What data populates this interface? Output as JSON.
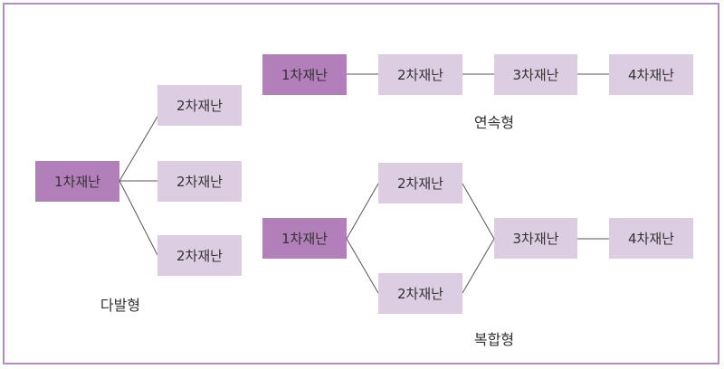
{
  "colors": {
    "border": "#b58cc0",
    "primary_node": "#b27fba",
    "secondary_node": "#dccde2",
    "line": "#555555",
    "text": "#333333"
  },
  "multi": {
    "caption": "다발형",
    "source": "1차재난",
    "targets": [
      "2차재난",
      "2차재난",
      "2차재난"
    ]
  },
  "serial": {
    "caption": "연속형",
    "nodes": [
      "1차재난",
      "2차재난",
      "3차재난",
      "4차재난"
    ]
  },
  "compound": {
    "caption": "복합형",
    "source": "1차재난",
    "branches": [
      "2차재난",
      "2차재난"
    ],
    "merge": "3차재난",
    "final": "4차재난"
  }
}
